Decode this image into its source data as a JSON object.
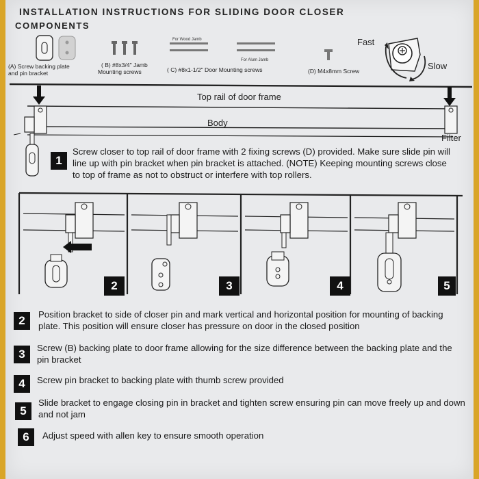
{
  "header": {
    "title": "INSTALLATION INSTRUCTIONS FOR SLIDING DOOR CLOSER",
    "subtitle": "COMPONENTS"
  },
  "components": {
    "a_line1": "(A) Screw backing plate",
    "a_line2": "and pin bracket",
    "b_line1": "( B)  #8x3/4\" Jamb",
    "b_line2": "Mounting screws",
    "wood_jamb": "For Wood Jamb",
    "alum_jamb": "For Alum Jamb",
    "c_label": "( C) #8x1-1/2\" Door Mounting screws",
    "d_label": "(D) M4x8mm Screw",
    "fast": "Fast",
    "slow": "Slow"
  },
  "diagram": {
    "top_rail": "Top rail of door frame",
    "body": "Body",
    "filter": "Filter"
  },
  "step1": {
    "number": "1",
    "text": "Screw closer to top rail of door frame with 2 fixing screws (D) provided. Make sure slide pin will line up with pin bracket when pin bracket is attached. (NOTE) Keeping mounting screws close to top of frame as not to obstruct or interfere with top rollers."
  },
  "panels": [
    "2",
    "3",
    "4",
    "5"
  ],
  "steps": [
    {
      "number": "2",
      "text": "Position bracket to side of closer pin and mark vertical and horizontal position for mounting of backing plate. This position will ensure closer has pressure on door in the closed position"
    },
    {
      "number": "3",
      "text": "Screw (B) backing plate to door frame allowing for the size difference between the backing plate and the pin bracket"
    },
    {
      "number": "4",
      "text": "Screw pin bracket to backing plate with thumb screw provided"
    },
    {
      "number": "5",
      "text": "Slide bracket to engage closing pin in bracket and tighten screw ensuring pin can move freely up and down and not jam"
    },
    {
      "number": "6",
      "text": "Adjust speed with allen key to ensure smooth operation"
    }
  ]
}
